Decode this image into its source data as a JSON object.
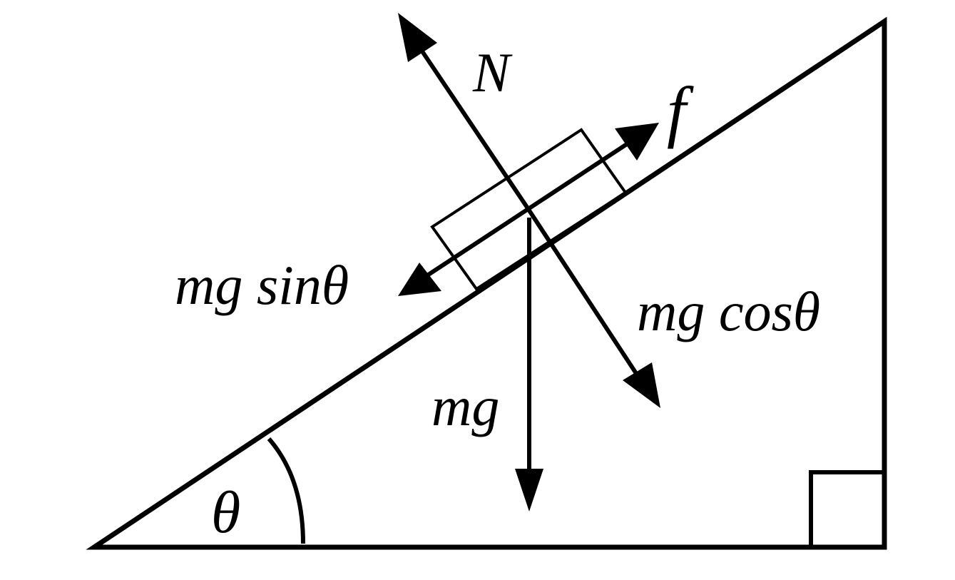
{
  "labels": {
    "normal": "N",
    "friction": "f",
    "parallel": "mg sinθ",
    "perpendicular": "mg cosθ",
    "weight": "mg",
    "angle": "θ"
  },
  "colors": {
    "ink": "#000000",
    "background": "#ffffff"
  }
}
